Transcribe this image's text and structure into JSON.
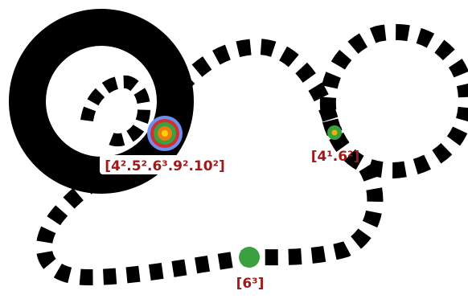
{
  "vertex_labels": {
    "main": "[4².5².6³.9².10²]",
    "right": "[4¹.6²]",
    "bottom": "[6³]"
  },
  "colors": {
    "background": "#ffffff",
    "path_stroke": "#000000",
    "label_text": "#a01818",
    "label_box": "#ffffff",
    "target_outer": "#6f8ff0",
    "target_ring_2": "#d03030",
    "target_ring_3": "#3aa040",
    "target_ring_4": "#f07c10",
    "target_center": "#ffd400",
    "node_green": "#3aa040",
    "node_small_center": "#f0b000"
  },
  "icons": {
    "main_node": "concentric-target-icon",
    "right_node": "small-target-icon",
    "bottom_node": "green-dot-icon"
  }
}
